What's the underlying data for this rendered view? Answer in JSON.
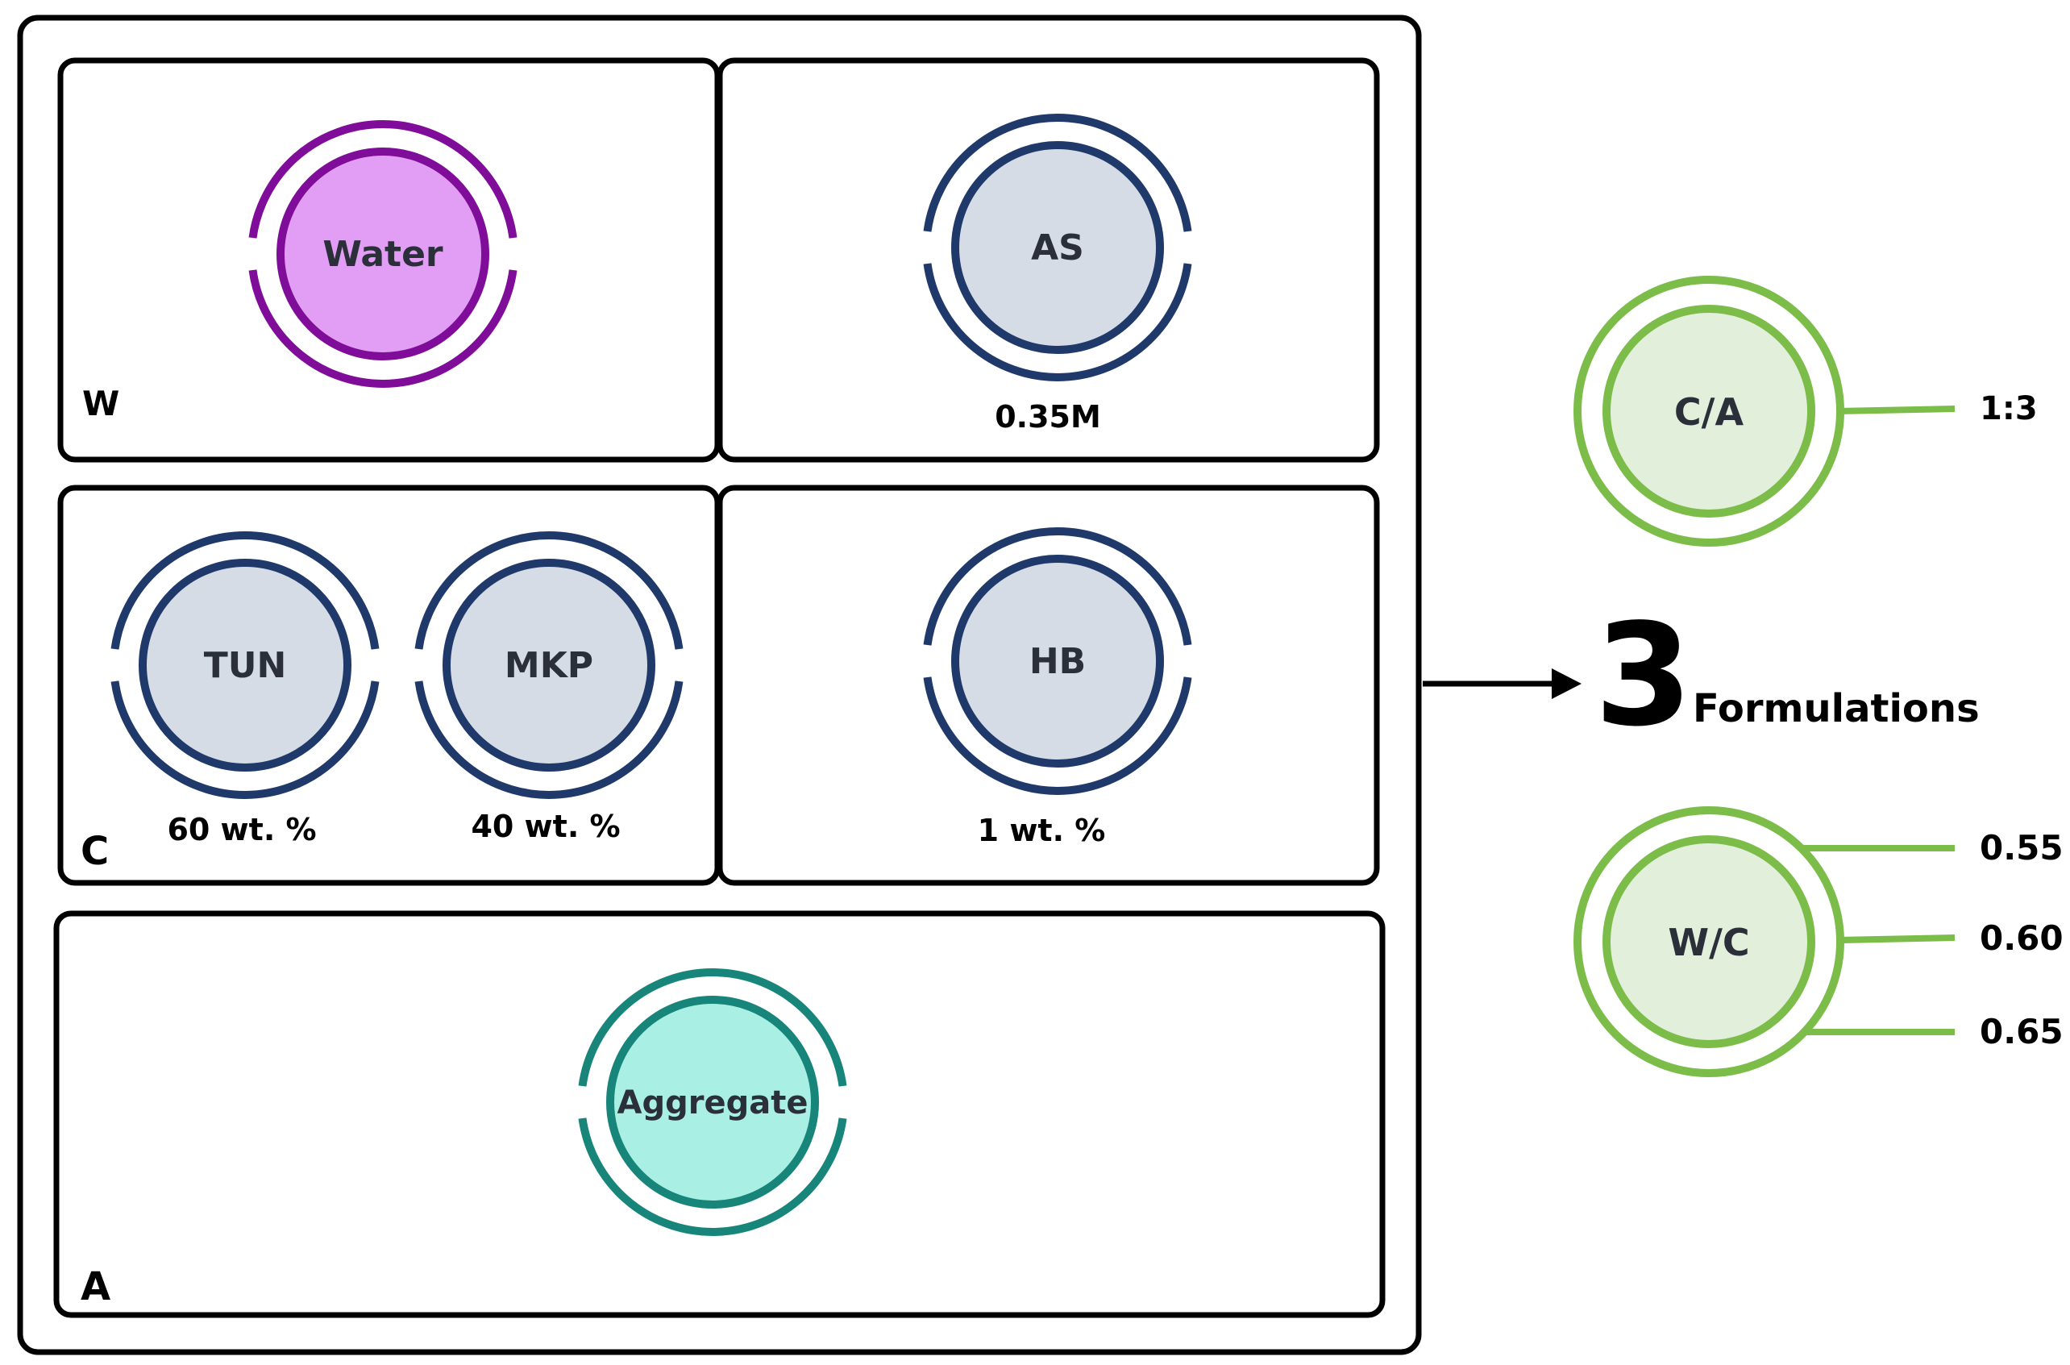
{
  "groups": {
    "w": {
      "letter": "W"
    },
    "c": {
      "letter": "C"
    },
    "a": {
      "letter": "A"
    }
  },
  "components": {
    "water": {
      "label": "Water",
      "color": "#800d99",
      "fill": "#e29ef4"
    },
    "as": {
      "label": "AS",
      "caption": "0.35M",
      "color": "#1f3a6a",
      "fill": "#d6dce6"
    },
    "tun": {
      "label": "TUN",
      "caption": "60 wt. %",
      "color": "#1f3a6a",
      "fill": "#d6dce6"
    },
    "mkp": {
      "label": "MKP",
      "caption": "40 wt. %",
      "color": "#1f3a6a",
      "fill": "#d6dce6"
    },
    "hb": {
      "label": "HB",
      "caption": "1 wt. %",
      "color": "#1f3a6a",
      "fill": "#d6dce6"
    },
    "aggregate": {
      "label": "Aggregate",
      "color": "#17857a",
      "fill": "#a9efe3"
    }
  },
  "result": {
    "count": "3",
    "text": "Formulations"
  },
  "ratios": {
    "ca": {
      "label": "C/A",
      "values": [
        "1:3"
      ],
      "color": "#7cbd4a",
      "fill": "#e2efda"
    },
    "wc": {
      "label": "W/C",
      "values": [
        "0.55",
        "0.60",
        "0.65"
      ],
      "color": "#7cbd4a",
      "fill": "#e2efda"
    }
  }
}
